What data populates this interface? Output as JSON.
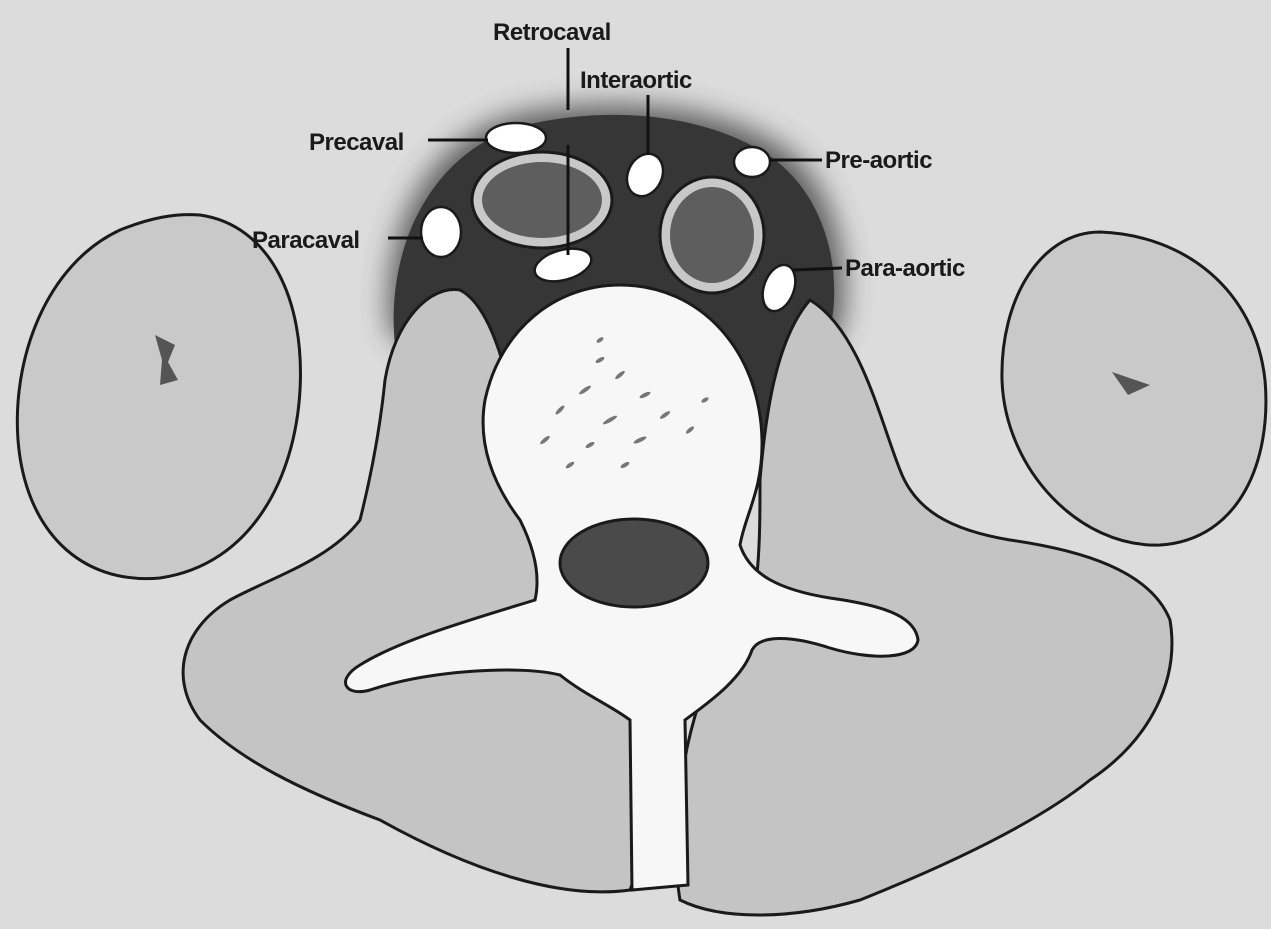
{
  "labels": {
    "retrocaval": "Retrocaval",
    "interaortic": "Interaortic",
    "precaval": "Precaval",
    "pre_aortic": "Pre-aortic",
    "paracaval": "Paracaval",
    "para_aortic": "Para-aortic"
  },
  "colors": {
    "background": "#dcdcdc",
    "tissue": "#c4c4c4",
    "kidney": "#c9c9c9",
    "dark_region": "#3a3a3a",
    "vessel_fill": "#5e5e5e",
    "bone": "#f7f7f7",
    "node": "#ffffff",
    "outline": "#1a1a1a"
  }
}
